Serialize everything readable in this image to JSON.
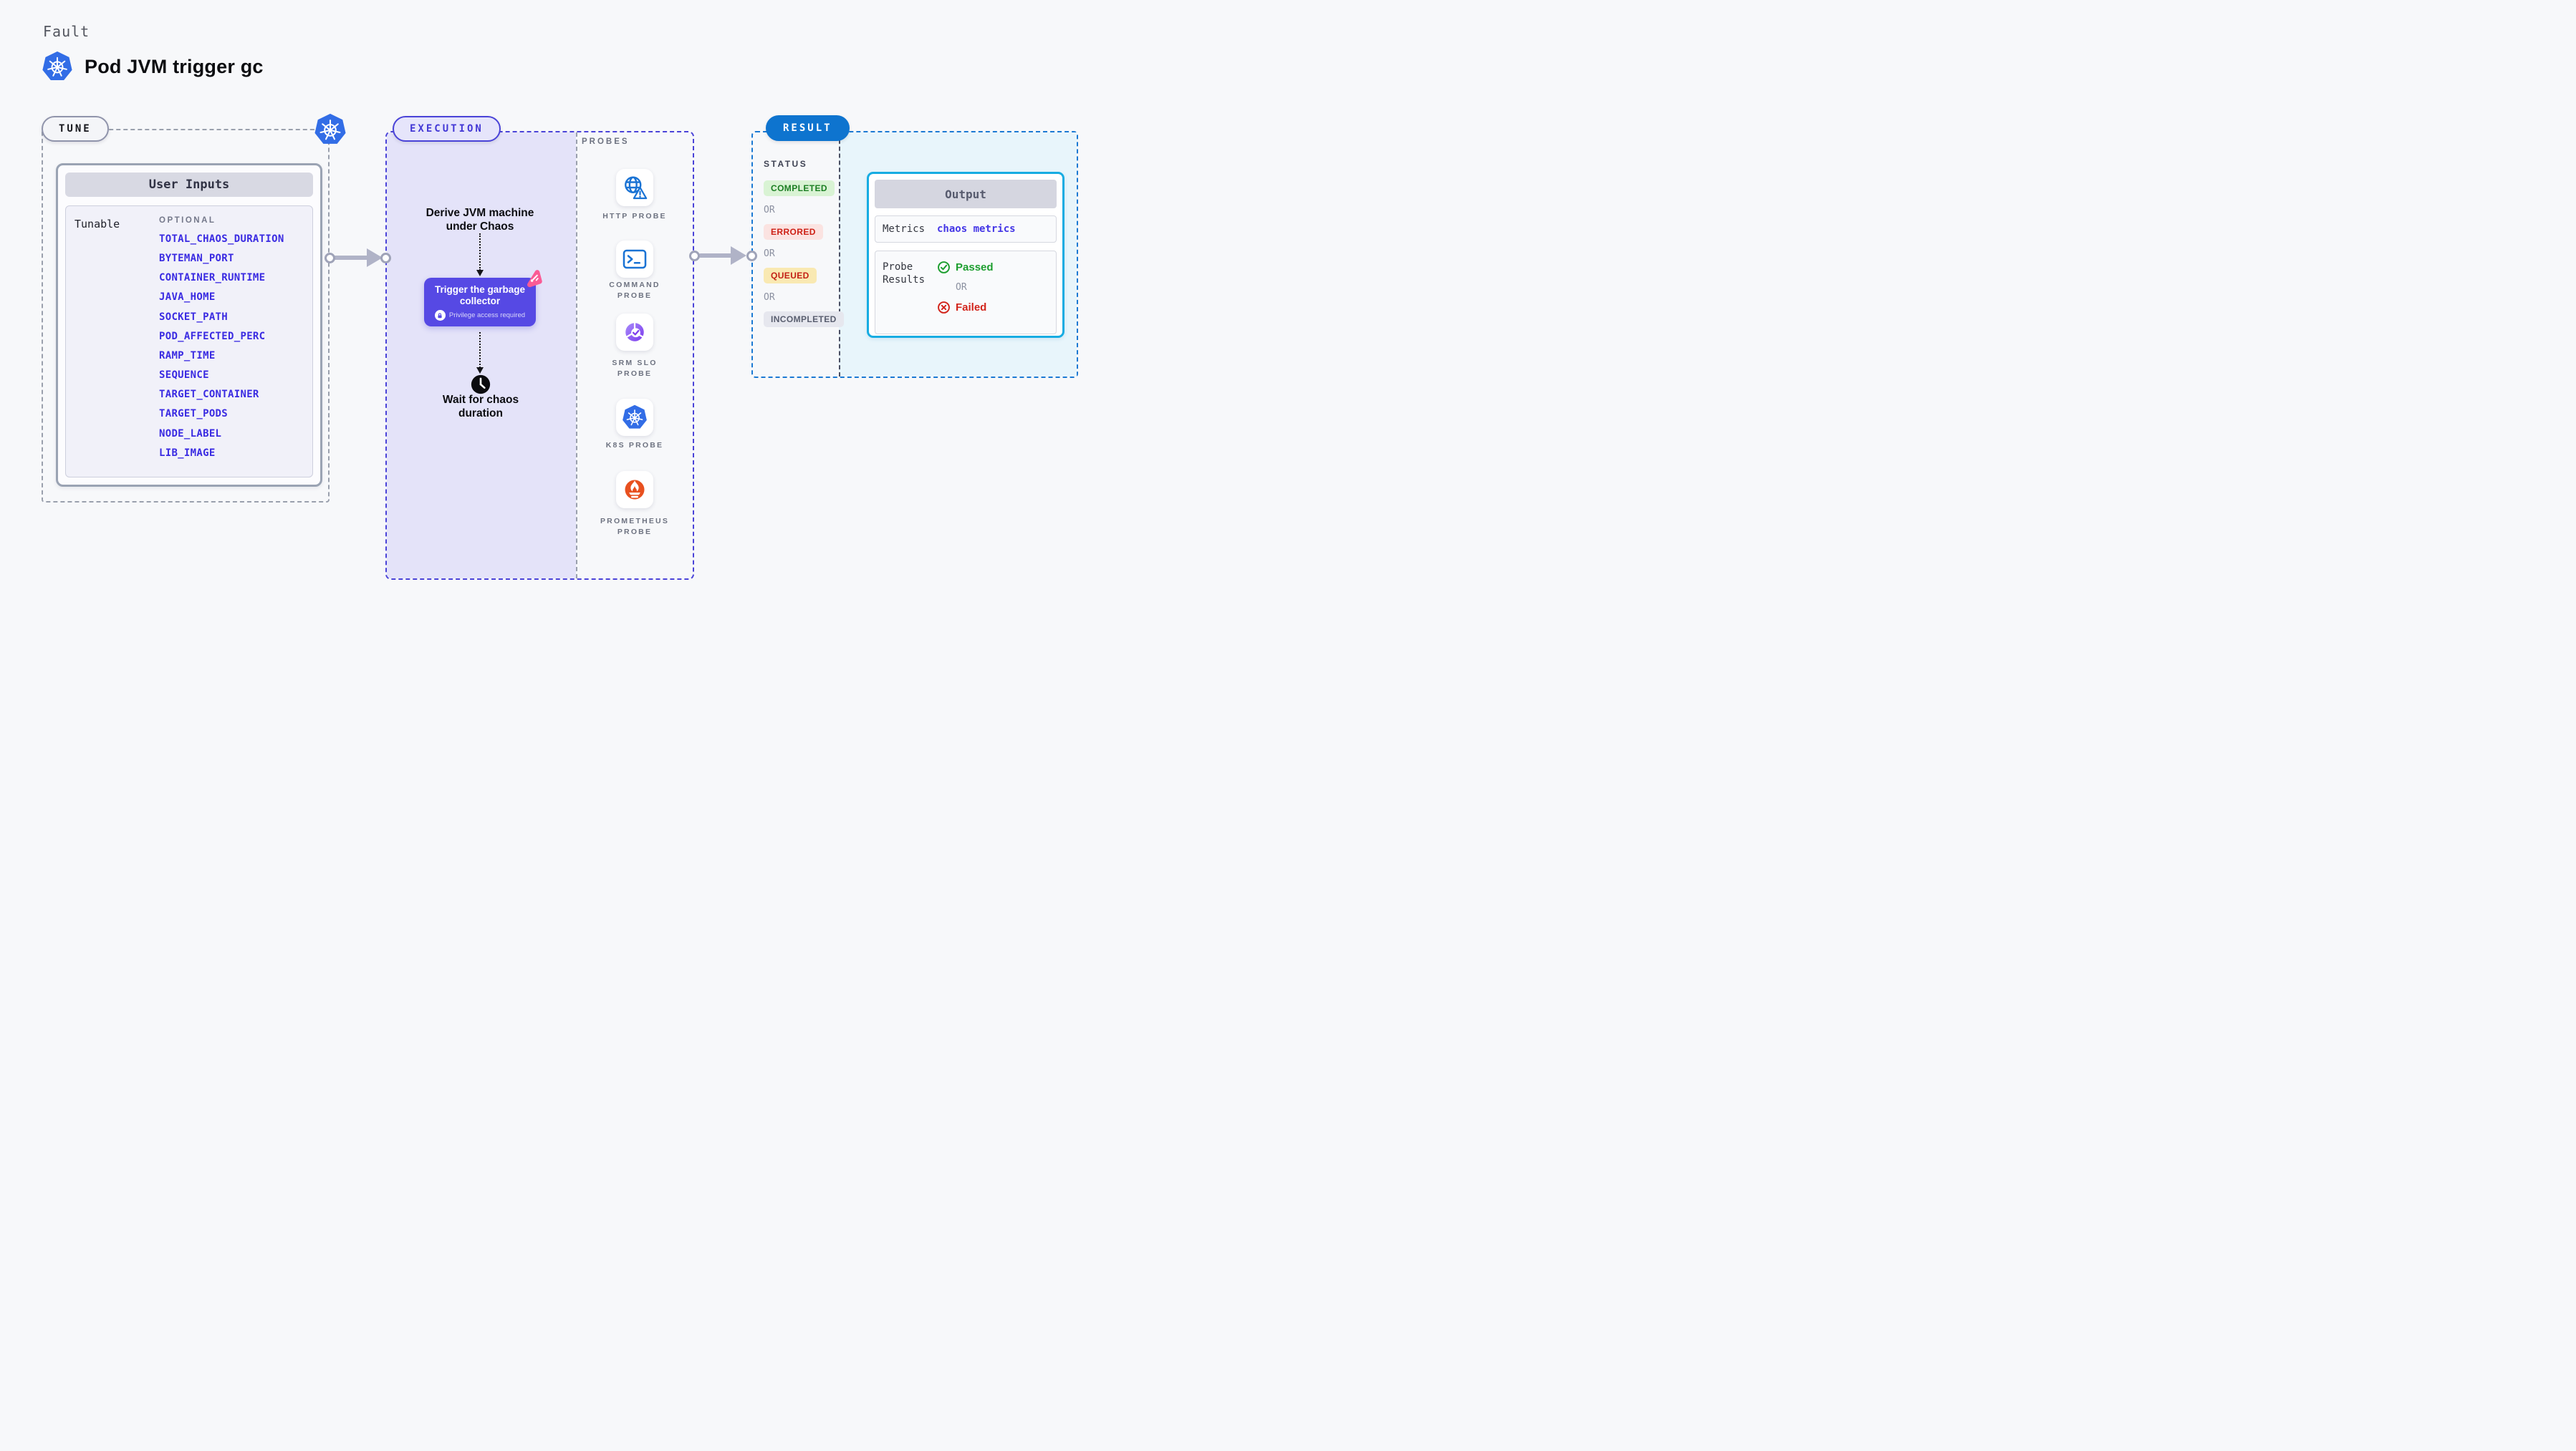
{
  "page": {
    "eyebrow": "Fault",
    "title": "Pod JVM trigger gc"
  },
  "tune": {
    "badge": "TUNE",
    "user_inputs": {
      "header": "User Inputs",
      "row_label": "Tunable",
      "column_label": "OPTIONAL",
      "tunables": [
        "TOTAL_CHAOS_DURATION",
        "BYTEMAN_PORT",
        "CONTAINER_RUNTIME",
        "JAVA_HOME",
        "SOCKET_PATH",
        "POD_AFFECTED_PERC",
        "RAMP_TIME",
        "SEQUENCE",
        "TARGET_CONTAINER",
        "TARGET_PODS",
        "NODE_LABEL",
        "LIB_IMAGE"
      ]
    }
  },
  "execution": {
    "badge": "EXECUTION",
    "steps": {
      "derive": "Derive JVM machine under Chaos",
      "trigger": "Trigger the garbage collector",
      "privilege": "Privilege access required",
      "wait": "Wait for chaos duration"
    }
  },
  "probes": {
    "heading": "PROBES",
    "items": [
      {
        "label": "HTTP PROBE",
        "icon": "globe-alert-icon"
      },
      {
        "label": "COMMAND PROBE",
        "icon": "terminal-icon"
      },
      {
        "label": "SRM SLO PROBE",
        "icon": "slo-gauge-icon"
      },
      {
        "label": "K8S PROBE",
        "icon": "kubernetes-icon"
      },
      {
        "label": "PROMETHEUS PROBE",
        "icon": "prometheus-icon"
      }
    ]
  },
  "result": {
    "badge": "RESULT",
    "status_heading": "STATUS",
    "or_label": "OR",
    "statuses": [
      {
        "label": "COMPLETED",
        "kind": "success"
      },
      {
        "label": "ERRORED",
        "kind": "error"
      },
      {
        "label": "QUEUED",
        "kind": "queued"
      },
      {
        "label": "INCOMPLETED",
        "kind": "neutral"
      }
    ],
    "output": {
      "header": "Output",
      "metrics_label": "Metrics",
      "metrics_value": "chaos metrics",
      "probe_results_label": "Probe Results",
      "passed": "Passed",
      "failed": "Failed"
    }
  },
  "colors": {
    "accent_indigo": "#4a43d8",
    "accent_blue": "#0e74cf",
    "tunable_blue": "#3a2be2",
    "success_green": "#1d9e2f",
    "error_red": "#d2251c",
    "kubernetes_blue": "#326de6",
    "prometheus_orange": "#e8501f",
    "chaos_pink": "#fa5b95",
    "output_border_cyan": "#17ace2"
  }
}
